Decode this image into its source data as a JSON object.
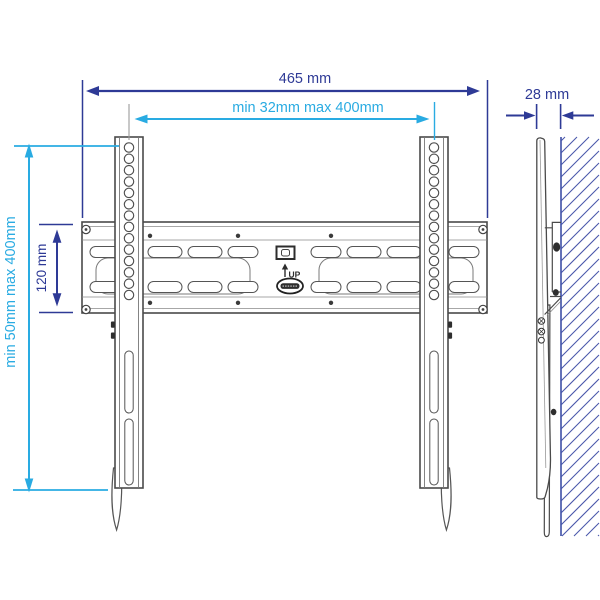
{
  "page": {
    "description": "Technical dimension diagram of a fixed TV wall mount bracket, front view with two vertical VESA rails on a wall plate, and side profile view against a hatched wall"
  },
  "colors": {
    "dimension_blue": "#2e3a96",
    "dimension_cyan": "#29abe2",
    "drawing_gray": "#4a4a4a",
    "wall_hatch_blue": "#4a57ab",
    "background": "#ffffff"
  },
  "dimensions": {
    "total_width": "465 mm",
    "vesa_width": "min 32mm max 400mm",
    "depth": "28 mm",
    "vesa_height": "min 50mm max 400mm",
    "plate_height": "120 mm"
  },
  "markings": {
    "up": "UP"
  }
}
